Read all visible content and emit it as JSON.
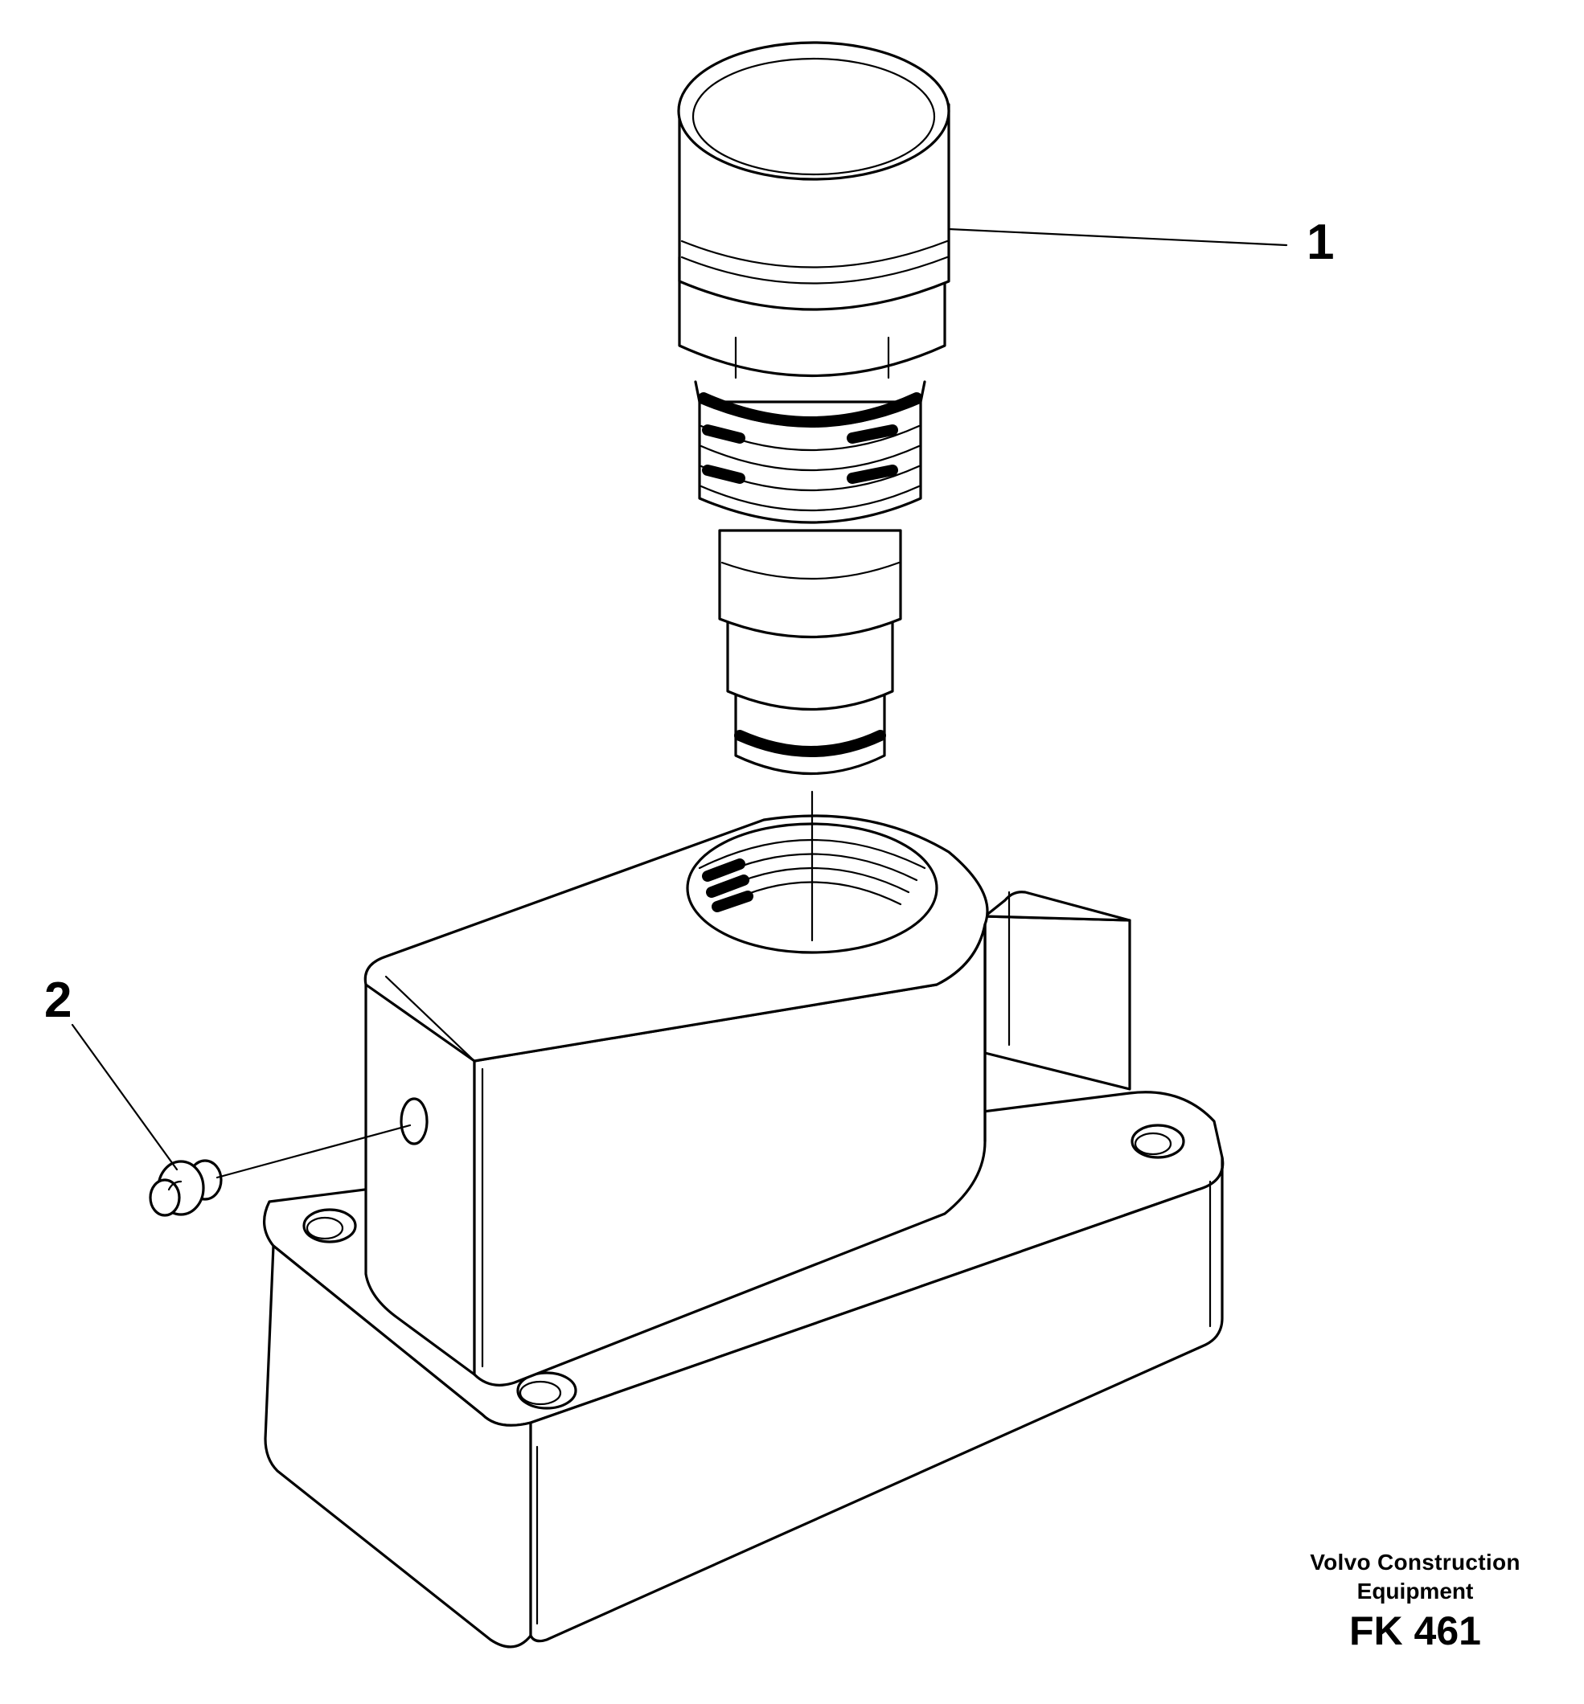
{
  "callouts": [
    {
      "label": "1"
    },
    {
      "label": "2"
    }
  ],
  "footer": {
    "brand_line1": "Volvo Construction",
    "brand_line2": "Equipment",
    "figure_code": "FK 461"
  }
}
